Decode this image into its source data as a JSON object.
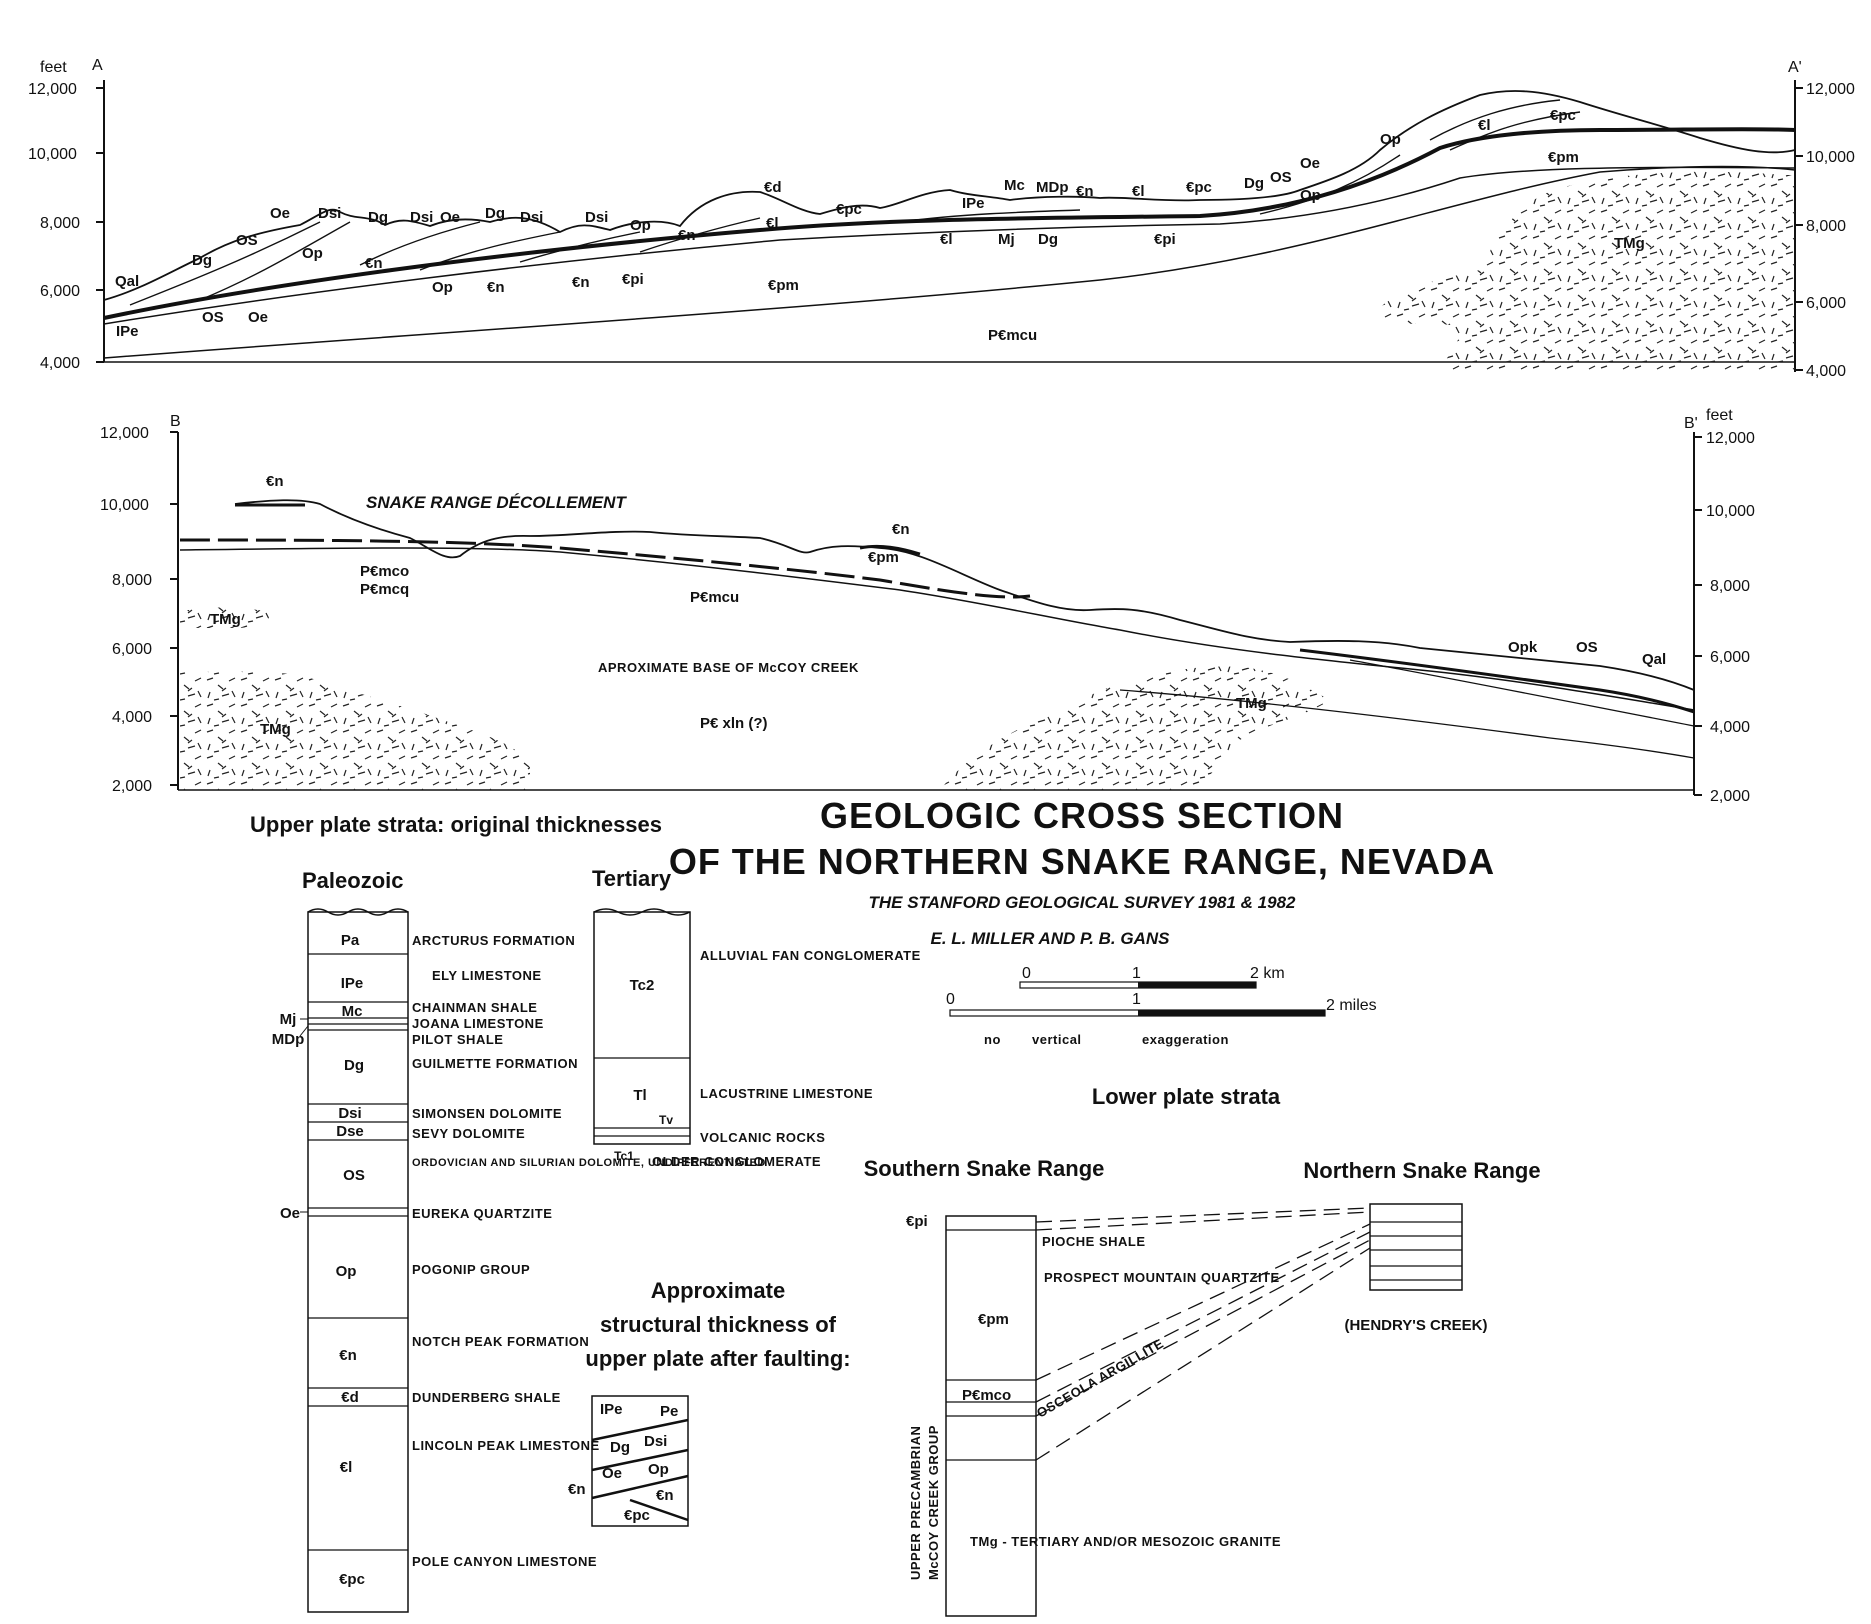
{
  "title": {
    "line1": "GEOLOGIC CROSS SECTION",
    "line2": "OF THE NORTHERN SNAKE RANGE, NEVADA",
    "survey": "THE STANFORD GEOLOGICAL SURVEY 1981 & 1982",
    "authors": "E. L. MILLER AND P. B. GANS"
  },
  "scale": {
    "km_ticks": [
      "0",
      "1",
      "2 km"
    ],
    "mile_ticks": [
      "0",
      "1",
      "2 miles"
    ],
    "note_words": [
      "no",
      "vertical",
      "exaggeration"
    ]
  },
  "sectionA": {
    "feet_label": "feet",
    "left_letter": "A",
    "right_letter": "A'",
    "ticks": [
      "12,000",
      "10,000",
      "8,000",
      "6,000",
      "4,000"
    ],
    "labels": [
      "Qal",
      "Dg",
      "OS",
      "Oe",
      "Dsi",
      "Op",
      "Dg",
      "Dsi",
      "Oe",
      "Dg",
      "Dsi",
      "Dsi",
      "Op",
      "€n",
      "Op",
      "€n",
      "OS",
      "Oe",
      "IPe",
      "€n",
      "€pi",
      "€d",
      "€l",
      "€pc",
      "€n",
      "IPe",
      "Mc",
      "MDp",
      "€n",
      "€l",
      "€pc",
      "Dg",
      "OS",
      "Oe",
      "Op",
      "€l",
      "€pc",
      "€pm",
      "Op",
      "€l",
      "Mj",
      "Dg",
      "€pi",
      "€pm",
      "P€mcu",
      "TMg"
    ]
  },
  "sectionB": {
    "feet_label": "feet",
    "left_letter": "B",
    "right_letter": "B'",
    "ticks": [
      "12,000",
      "10,000",
      "8,000",
      "6,000",
      "4,000",
      "2,000"
    ],
    "decollement": "SNAKE   RANGE   DÉCOLLEMENT",
    "labels": [
      "€n",
      "P€mco",
      "P€mcq",
      "TMg",
      "P€mcu",
      "€n",
      "€pm",
      "TMg",
      "TMg",
      "Opk",
      "OS",
      "Qal"
    ],
    "base_note": "APROXIMATE  BASE  OF  McCOY  CREEK",
    "xln": "P€ xln (?)"
  },
  "upper_plate": {
    "heading": "Upper plate strata: original thicknesses",
    "paleozoic_title": "Paleozoic",
    "tertiary_title": "Tertiary",
    "paleozoic_units": [
      {
        "code": "Pa",
        "name": "ARCTURUS FORMATION"
      },
      {
        "code": "IPe",
        "name": "ELY LIMESTONE"
      },
      {
        "code": "Mc",
        "name": "CHAINMAN SHALE"
      },
      {
        "code": "Mj",
        "name": "JOANA LIMESTONE"
      },
      {
        "code": "MDp",
        "name": "PILOT SHALE"
      },
      {
        "code": "Dg",
        "name": "GUILMETTE FORMATION"
      },
      {
        "code": "Dsi",
        "name": "SIMONSEN DOLOMITE"
      },
      {
        "code": "Dse",
        "name": "SEVY DOLOMITE"
      },
      {
        "code": "OS",
        "name": "ORDOVICIAN AND SILURIAN DOLOMITE, UNDIFFERENTIATED"
      },
      {
        "code": "Oe",
        "name": "EUREKA QUARTZITE"
      },
      {
        "code": "Op",
        "name": "POGONIP GROUP"
      },
      {
        "code": "€n",
        "name": "NOTCH PEAK FORMATION"
      },
      {
        "code": "€d",
        "name": "DUNDERBERG SHALE"
      },
      {
        "code": "€l",
        "name": "LINCOLN PEAK LIMESTONE"
      },
      {
        "code": "€pc",
        "name": "POLE CANYON LIMESTONE"
      }
    ],
    "tertiary_units": [
      {
        "code": "Tc2",
        "name": "ALLUVIAL FAN CONGLOMERATE"
      },
      {
        "code": "Tl",
        "name": "LACUSTRINE LIMESTONE"
      },
      {
        "code": "Tv",
        "name": "VOLCANIC ROCKS"
      },
      {
        "code": "Tc1",
        "name": "OLDER CONGLOMERATE"
      }
    ]
  },
  "structural": {
    "lines": [
      "Approximate",
      "structural thickness of",
      "upper plate after faulting:"
    ],
    "labels": [
      "IPe",
      "Pe",
      "Dg",
      "Dsi",
      "Oe",
      "Op",
      "€n",
      "€n",
      "€pc"
    ]
  },
  "lower_plate": {
    "heading": "Lower plate strata",
    "southern": "Southern Snake Range",
    "northern": "Northern Snake Range",
    "group_label": [
      "UPPER PRECAMBRIAN",
      "McCOY CREEK GROUP"
    ],
    "units": [
      {
        "code": "€pi",
        "name": "PIOCHE SHALE"
      },
      {
        "code": "€pm",
        "name": "PROSPECT MOUNTAIN QUARTZITE"
      },
      {
        "code": "P€mco",
        "name": "OSCEOLA ARGILLITE"
      }
    ],
    "hendry": "(HENDRY'S CREEK)",
    "granite_note": "TMg  -  TERTIARY AND/OR MESOZOIC GRANITE"
  }
}
